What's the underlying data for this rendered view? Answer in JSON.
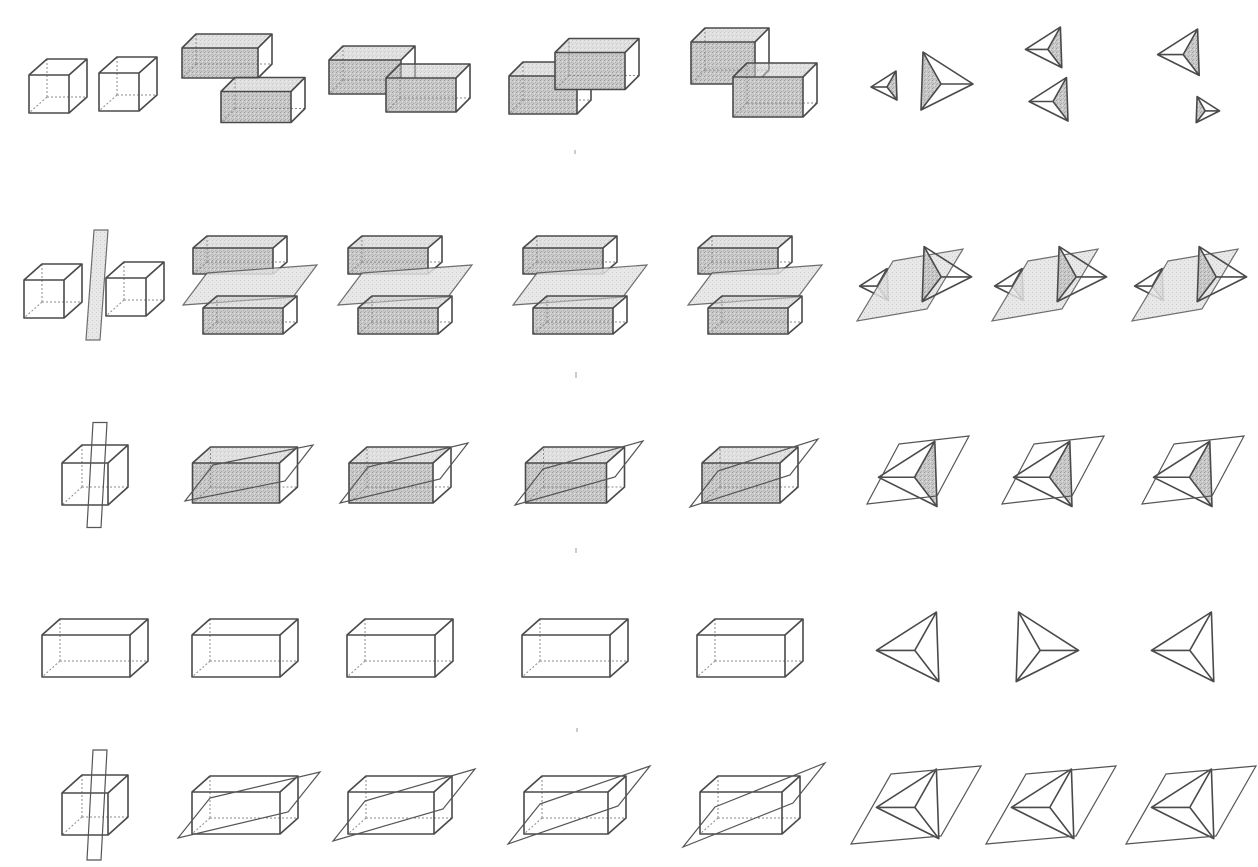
{
  "figure": {
    "rows": [
      {
        "id": "separated-pieces",
        "cells": [
          "cube",
          "box",
          "box",
          "box",
          "box",
          "tetra",
          "tetra",
          "tetra"
        ]
      },
      {
        "id": "pieces-with-plane",
        "cells": [
          "cube",
          "box",
          "box",
          "box",
          "box",
          "tetra",
          "tetra",
          "tetra"
        ]
      },
      {
        "id": "plane-through-solid-shaded",
        "cells": [
          "cube",
          "box",
          "box",
          "box",
          "box",
          "tetra",
          "tetra",
          "tetra"
        ]
      },
      {
        "id": "whole-solid",
        "cells": [
          "box",
          "box",
          "box",
          "box",
          "box",
          "tetra",
          "tetra",
          "tetra"
        ]
      },
      {
        "id": "plane-through-solid-wire",
        "cells": [
          "cube",
          "box",
          "box",
          "box",
          "box",
          "tetra",
          "tetra",
          "tetra"
        ]
      }
    ],
    "colors": {
      "edge": "#4a4a4a",
      "shade": "#bdbdbd",
      "background": "#ffffff"
    }
  }
}
